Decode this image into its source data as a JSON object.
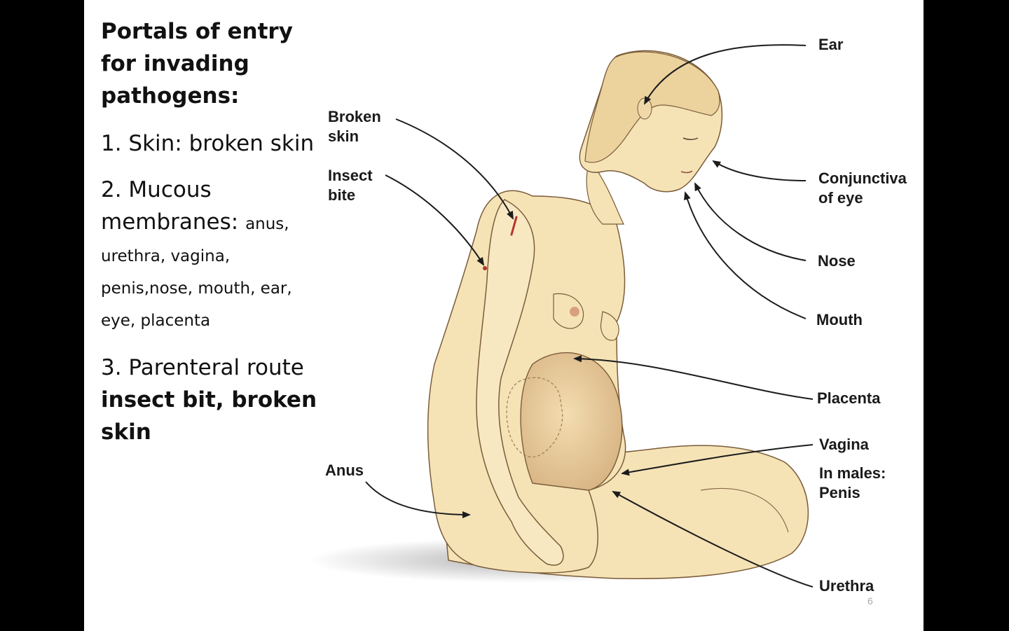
{
  "text": {
    "title": "Portals of entry for invading pathogens:",
    "point1": "1. Skin: broken skin",
    "point2_main": "2. Mucous membranes:",
    "point2_detail": "anus, urethra, vagina, penis,nose, mouth, ear, eye, placenta",
    "point3_main": "3. Parenteral route",
    "point3_detail": "insect bit, broken skin"
  },
  "labels": {
    "broken_skin": "Broken\nskin",
    "insect_bite": "Insect\nbite",
    "anus": "Anus",
    "ear": "Ear",
    "conjunctiva": "Conjunctiva\nof eye",
    "nose": "Nose",
    "mouth": "Mouth",
    "placenta": "Placenta",
    "vagina": "Vagina",
    "in_males": "In males:\nPenis",
    "urethra": "Urethra"
  },
  "page_number": "6",
  "colors": {
    "skin": "#f5e3b6",
    "skin_shadow": "#e0c08e",
    "wound": "#b6332e",
    "arrow": "#1c1c1c"
  }
}
